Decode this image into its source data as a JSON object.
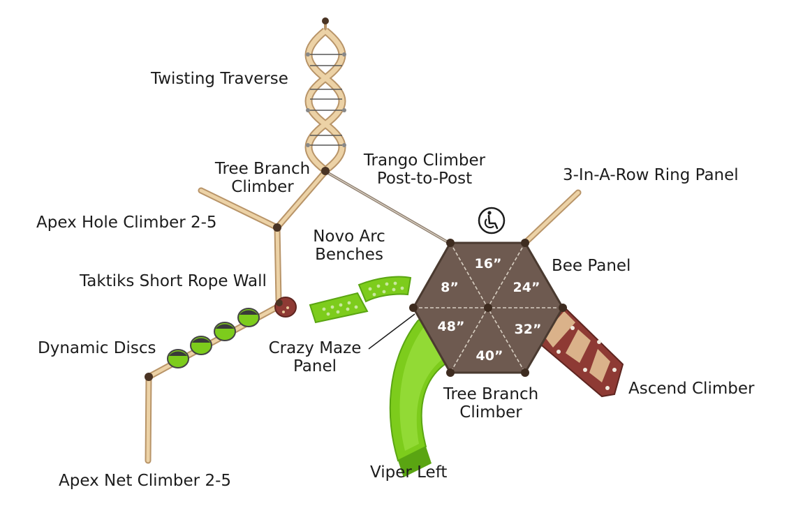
{
  "labels": {
    "twisting_traverse": "Twisting Traverse",
    "tree_branch_climber_top_l1": "Tree Branch",
    "tree_branch_climber_top_l2": "Climber",
    "trango_climber_l1": "Trango Climber",
    "trango_climber_l2": "Post-to-Post",
    "ring_panel": "3-In-A-Row Ring Panel",
    "apex_hole_climber": "Apex Hole Climber 2-5",
    "novo_arc_l1": "Novo Arc",
    "novo_arc_l2": "Benches",
    "bee_panel": "Bee Panel",
    "taktiks_rope_wall": "Taktiks Short Rope Wall",
    "dynamic_discs": "Dynamic Discs",
    "crazy_maze_l1": "Crazy Maze",
    "crazy_maze_l2": "Panel",
    "ascend_climber": "Ascend Climber",
    "tree_branch_climber_bottom_l1": "Tree Branch",
    "tree_branch_climber_bottom_l2": "Climber",
    "viper_left": "Viper Left",
    "apex_net_climber": "Apex Net Climber 2-5"
  },
  "deck_heights": {
    "top": "16”",
    "upper_left": "8”",
    "upper_right": "24”",
    "lower_left": "48”",
    "lower_right": "32”",
    "bottom": "40”"
  },
  "icons": {
    "accessibility": "wheelchair-icon"
  },
  "colors": {
    "deck": "#6e5a50",
    "deck_line": "#d8cfc2",
    "wood": "#e8c89a",
    "wood_edge": "#b89468",
    "post_cap": "#4a3424",
    "slide_green": "#7dcc1c",
    "slide_dark": "#5aa512",
    "climber_red": "#8e3a34",
    "text": "#1c1c1c"
  }
}
